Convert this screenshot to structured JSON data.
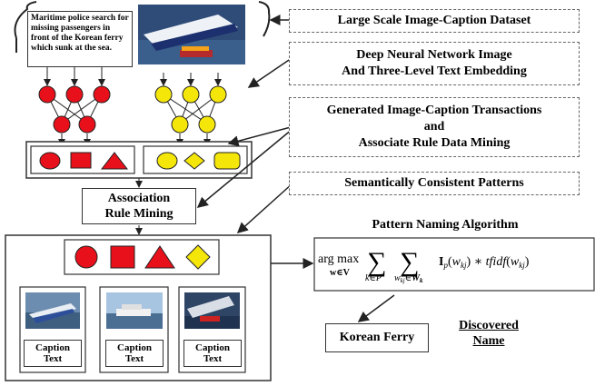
{
  "caption_sample": "Maritime police search for missing passengers in front of the Korean ferry which sunk at the sea.",
  "steps": {
    "dataset": "Large Scale Image-Caption Dataset",
    "embedding_line1": "Deep Neural Network Image",
    "embedding_line2": "And Three-Level Text Embedding",
    "transactions_line1": "Generated Image-Caption Transactions",
    "transactions_line2": "and",
    "transactions_line3": "Associate Rule Data Mining",
    "patterns": "Semantically Consistent Patterns"
  },
  "mining": {
    "line1": "Association",
    "line2": "Rule Mining"
  },
  "naming": {
    "title": "Pattern Naming Algorithm",
    "formula": "argmax_{w∈V} Σ_{k∈P} Σ_{w_kj∈W_k} I_p(w_kj) * tfidf(w_kj)"
  },
  "result": {
    "name": "Korean Ferry",
    "label_line1": "Discovered",
    "label_line2": "Name"
  },
  "captions": [
    {
      "line1": "Caption",
      "line2": "Text"
    },
    {
      "line1": "Caption",
      "line2": "Text"
    },
    {
      "line1": "Caption",
      "line2": "Text"
    }
  ],
  "colors": {
    "red": "#e8101a",
    "yellow": "#f5e60a"
  }
}
